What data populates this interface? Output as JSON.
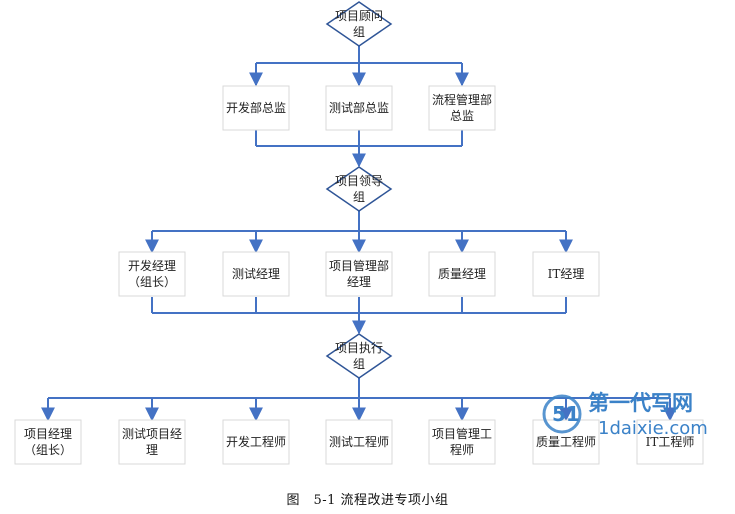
{
  "caption": "图　5-1  流程改进专项小组",
  "colors": {
    "line": "#4472c4",
    "box_border": "#d9d9d9",
    "diamond_border": "#2f5597",
    "text": "#222222",
    "watermark": "#3b82c8"
  },
  "diamonds": {
    "advisory": [
      "项目顾问",
      "组"
    ],
    "leadership": [
      "项目领导",
      "组"
    ],
    "execution": [
      "项目执行",
      "组"
    ]
  },
  "tier1": [
    [
      "开发部总监"
    ],
    [
      "测试部总监"
    ],
    [
      "流程管理部",
      "总监"
    ]
  ],
  "tier2": [
    [
      "开发经理",
      "（组长）"
    ],
    [
      "测试经理"
    ],
    [
      "项目管理部",
      "经理"
    ],
    [
      "质量经理"
    ],
    [
      "IT经理"
    ]
  ],
  "tier3": [
    [
      "项目经理",
      "（组长）"
    ],
    [
      "测试项目经",
      "理"
    ],
    [
      "开发工程师"
    ],
    [
      "测试工程师"
    ],
    [
      "项目管理工",
      "程师"
    ],
    [
      "质量工程师"
    ],
    [
      "IT工程师"
    ]
  ],
  "watermark": {
    "title": "第一代写网",
    "url": "1daixie.com",
    "logo": "51"
  }
}
